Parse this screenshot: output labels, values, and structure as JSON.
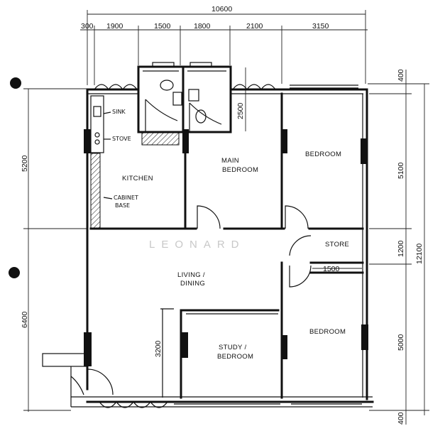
{
  "rooms": {
    "kitchen": "KITCHEN",
    "main_bedroom_1": "MAIN",
    "main_bedroom_2": "BEDROOM",
    "bedroom_top": "BEDROOM",
    "store": "STORE",
    "living_1": "LIVING /",
    "living_2": "DINING",
    "study_1": "STUDY /",
    "study_2": "BEDROOM",
    "bedroom_bottom": "BEDROOM"
  },
  "annotations": {
    "sink": "SINK",
    "stove": "STOVE",
    "cabinet_1": "CABINET",
    "cabinet_2": "BASE"
  },
  "dimensions": {
    "overall_width": "10600",
    "top": [
      "300",
      "1900",
      "1500",
      "1800",
      "2100",
      "3150"
    ],
    "left": [
      "5200",
      "6400"
    ],
    "right_inner": [
      "400",
      "5100",
      "1200",
      "5000",
      "400"
    ],
    "right_total": "12100",
    "bath_depth": "2500",
    "store_width": "1500",
    "study_depth": "3200"
  },
  "watermark": "LEONARD"
}
